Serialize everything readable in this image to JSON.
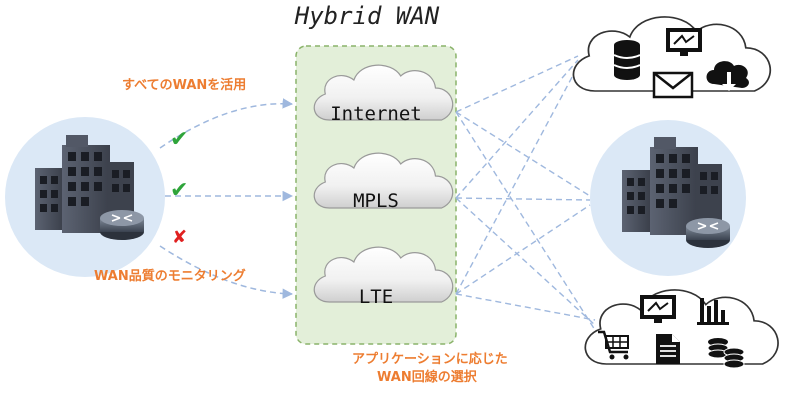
{
  "title": "Hybrid WAN",
  "labels": {
    "use_all_wan": "すべてのWANを活用",
    "wan_quality_monitoring": "WAN品質のモニタリング",
    "app_wan_selection_line1": "アプリケーションに応じた",
    "app_wan_selection_line2": "WAN回線の選択"
  },
  "clouds": [
    {
      "label": "Internet"
    },
    {
      "label": "MPLS"
    },
    {
      "label": "LTE"
    }
  ],
  "status_marks": [
    "✔",
    "✔",
    "✘"
  ],
  "colors": {
    "accent_orange": "#ed7d31",
    "wan_box_fill": "#e3efd9",
    "wan_box_border": "#8ab36a",
    "dashed_line": "#9fb8de",
    "site_circle": "#dbe8f6",
    "check_green": "#2ea43a",
    "cross_red": "#e02020"
  },
  "icons": [
    "office-building-icon",
    "router-icon",
    "database-icon",
    "monitor-icon",
    "mail-icon",
    "cloud-download-icon",
    "bar-chart-icon",
    "shopping-cart-icon",
    "document-icon",
    "coins-icon"
  ]
}
